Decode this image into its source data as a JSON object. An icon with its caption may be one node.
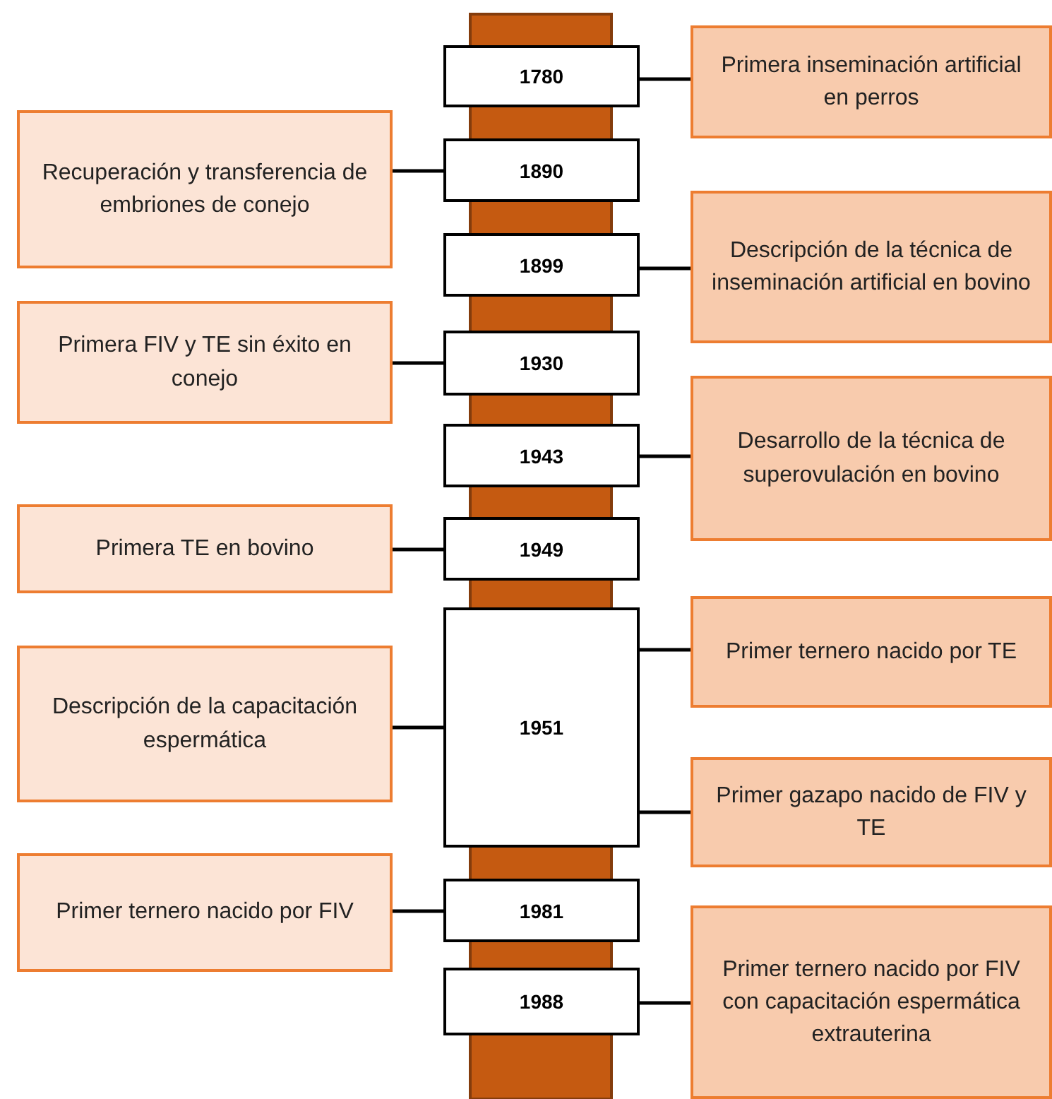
{
  "diagram": {
    "nodes": [
      {
        "text": [
          "Primera inseminación artificial en perros"
        ]
      },
      {
        "text": [
          "1780"
        ]
      },
      {
        "text": [
          "Recuperación y transferencia de embriones de conejo"
        ]
      },
      {
        "text": [
          "1890"
        ]
      },
      {
        "text": [
          "Descripción de la técnica de inseminación artificial en bovino"
        ]
      },
      {
        "text": [
          "1899"
        ]
      },
      {
        "text": [
          "Primera FIV y TE sin éxito en conejo"
        ]
      },
      {
        "text": [
          "1930"
        ]
      },
      {
        "text": [
          "Desarrollo de la técnica de superovulación en bovino"
        ]
      },
      {
        "text": [
          "1943"
        ]
      },
      {
        "text": [
          "Primera TE en bovino"
        ]
      },
      {
        "text": [
          "1949"
        ]
      },
      {
        "text": [
          "Primer ternero nacido por TE"
        ]
      },
      {
        "text": [
          "1951"
        ]
      },
      {
        "text": [
          "Descripción de la capacitación espermática"
        ]
      },
      {
        "text": [
          "Primer gazapo nacido de FIV y TE"
        ]
      },
      {
        "text": [
          "Primer ternero nacido por FIV"
        ]
      },
      {
        "text": [
          "1981"
        ]
      },
      {
        "text": [
          "1988"
        ]
      },
      {
        "text": [
          "Primer ternero nacido por FIV con capacitación espermática extrauterina"
        ]
      }
    ],
    "edges": [
      {
        "from": 1,
        "to": 0,
        "arrow": "none"
      },
      {
        "from": 3,
        "to": 2,
        "arrow": "none"
      },
      {
        "from": 5,
        "to": 4,
        "arrow": "none"
      },
      {
        "from": 7,
        "to": 6,
        "arrow": "none"
      },
      {
        "from": 9,
        "to": 8,
        "arrow": "none"
      },
      {
        "from": 11,
        "to": 10,
        "arrow": "none"
      },
      {
        "from": 13,
        "to": 12,
        "arrow": "none"
      },
      {
        "from": 13,
        "to": 14,
        "arrow": "none"
      },
      {
        "from": 13,
        "to": 15,
        "arrow": "none"
      },
      {
        "from": 17,
        "to": 16,
        "arrow": "none"
      },
      {
        "from": 18,
        "to": 19,
        "arrow": "none"
      }
    ]
  }
}
